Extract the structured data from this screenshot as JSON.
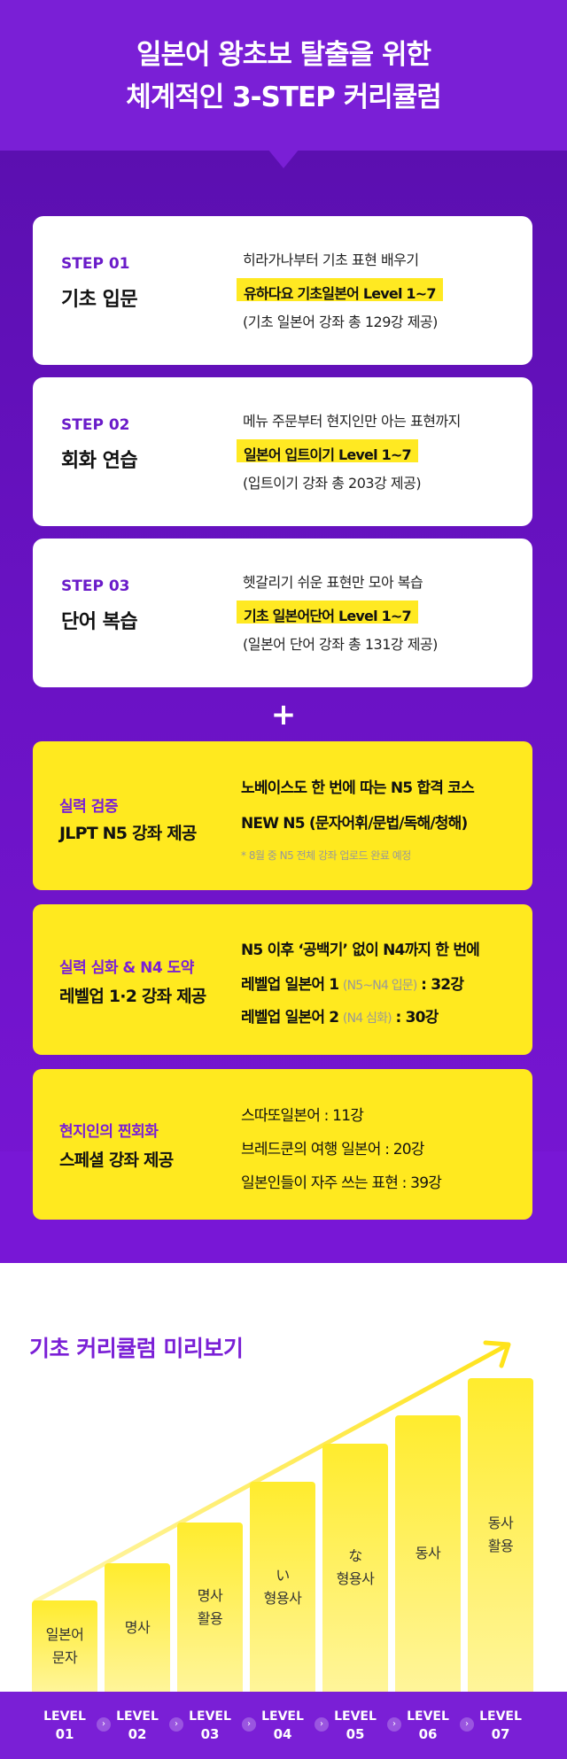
{
  "header": {
    "line1": "일본어 왕초보 탈출을 위한",
    "line2": "체계적인 3-STEP 커리큘럼"
  },
  "steps": [
    {
      "label": "STEP 01",
      "name": "기초 입문",
      "desc": "히라가나부터 기초 표현 배우기",
      "course": "유하다요 기초일본어 Level 1~7",
      "count": "(기초 일본어 강좌 총 129강 제공)"
    },
    {
      "label": "STEP 02",
      "name": "회화 연습",
      "desc": "메뉴 주문부터 현지인만 아는 표현까지",
      "course": "일본어 입트이기 Level 1~7",
      "count": "(입트이기 강좌 총 203강 제공)"
    },
    {
      "label": "STEP 03",
      "name": "단어 복습",
      "desc": "헷갈리기 쉬운 표현만 모아 복습",
      "course": "기초 일본어단어 Level 1~7",
      "count": "(일본어 단어 강좌 총 131강 제공)"
    }
  ],
  "plus_symbol": "+",
  "extras": {
    "jlpt": {
      "sub": "실력 검증",
      "main": "JLPT N5 강좌 제공",
      "line1": "노베이스도 한 번에 따는 N5 합격 코스",
      "line2": "NEW N5 (문자어휘/문법/독해/청해)",
      "note": "* 8월 중 N5 전체 강좌 업로드 완료 예정"
    },
    "levelup": {
      "sub": "실력 심화 & N4 도약",
      "main": "레벨업 1·2 강좌 제공",
      "line1": "N5 이후 ‘공백기’ 없이 N4까지 한 번에",
      "line2_main": "레벨업 일본어 1",
      "line2_paren": "(N5~N4 입문)",
      "line2_count": ":  32강",
      "line3_main": "레벨업 일본어 2",
      "line3_paren": "(N4 심화)",
      "line3_count": ":  30강"
    },
    "special": {
      "sub": "현지인의 찐회화",
      "main": "스페셜 강좌 제공",
      "line1": "스따또일본어 : 11강",
      "line2": "브레드쿤의 여행 일본어 : 20강",
      "line3": "일본인들이 자주 쓰는 표현 : 39강"
    }
  },
  "preview": {
    "title": "기초 커리큘럼 미리보기",
    "levels": [
      {
        "top": "LEVEL",
        "num": "01",
        "bar_l1": "일본어",
        "bar_l2": "문자",
        "level_fraction": 0.29
      },
      {
        "top": "LEVEL",
        "num": "02",
        "bar_l1": "명사",
        "bar_l2": "",
        "level_fraction": 0.41
      },
      {
        "top": "LEVEL",
        "num": "03",
        "bar_l1": "명사",
        "bar_l2": "활용",
        "level_fraction": 0.54
      },
      {
        "top": "LEVEL",
        "num": "04",
        "bar_l1": "い",
        "bar_l2": "형용사",
        "level_fraction": 0.67
      },
      {
        "top": "LEVEL",
        "num": "05",
        "bar_l1": "な",
        "bar_l2": "형용사",
        "level_fraction": 0.79
      },
      {
        "top": "LEVEL",
        "num": "06",
        "bar_l1": "동사",
        "bar_l2": "",
        "level_fraction": 0.88
      },
      {
        "top": "LEVEL",
        "num": "07",
        "bar_l1": "동사",
        "bar_l2": "활용",
        "level_fraction": 1.0
      }
    ],
    "separator_glyph": "›"
  },
  "colors": {
    "brand_purple": "#7a1fd6",
    "highlight_yellow": "#ffe91f"
  },
  "icons": {
    "header_pointer": "down-triangle-icon",
    "arrow": "trend-arrow-icon",
    "separator": "chevron-right-icon"
  }
}
